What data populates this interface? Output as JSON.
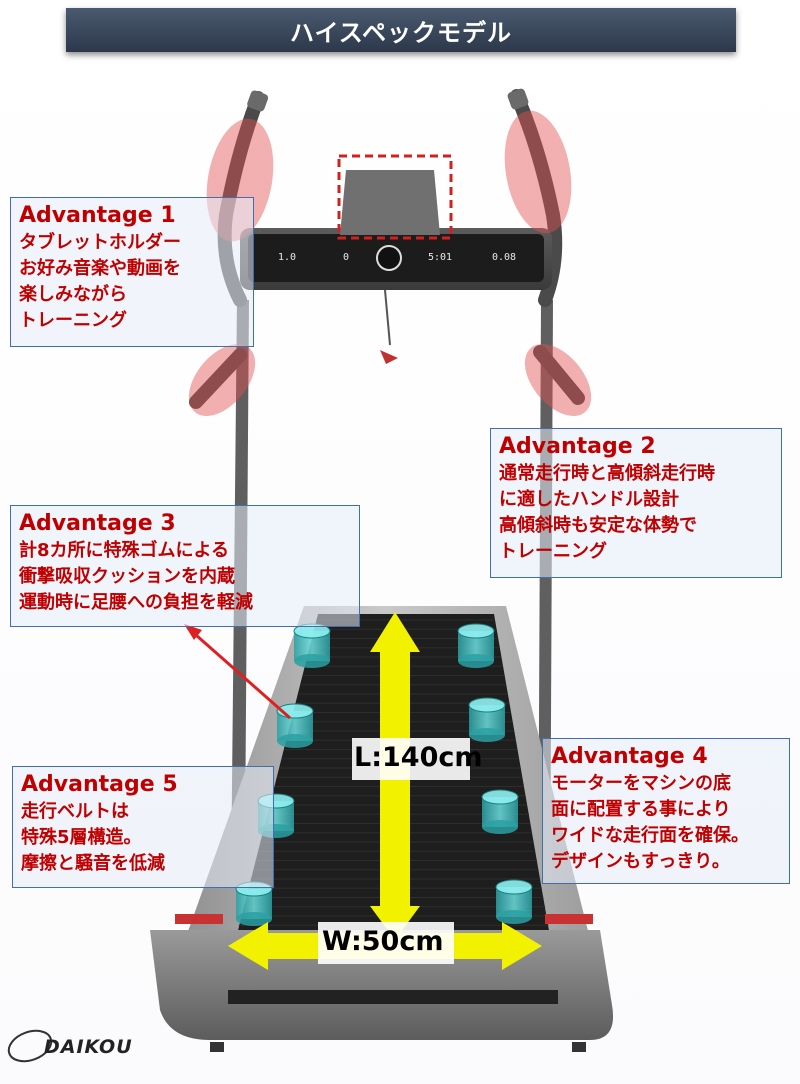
{
  "banner": {
    "title": "ハイスペックモデル"
  },
  "console": {
    "readouts": [
      "1.0",
      "0",
      "5:01",
      "0.08"
    ]
  },
  "advantages": [
    {
      "title": "Advantage 1",
      "lines": [
        "タブレットホルダー",
        "お好み音楽や動画を",
        "楽しみながら",
        "トレーニング"
      ]
    },
    {
      "title": "Advantage 2",
      "lines": [
        "通常走行時と高傾斜走行時",
        "に適したハンドル設計",
        "高傾斜時も安定な体勢で",
        "トレーニング"
      ]
    },
    {
      "title": "Advantage 3",
      "lines": [
        "計8カ所に特殊ゴムによる",
        "衝撃吸収クッションを内蔵",
        "運動時に足腰への負担を軽減"
      ]
    },
    {
      "title": "Advantage 4",
      "lines": [
        "モーターをマシンの底",
        "面に配置する事により",
        "ワイドな走行面を確保。",
        "デザインもすっきり。"
      ]
    },
    {
      "title": "Advantage 5",
      "lines": [
        "走行ベルトは",
        "特殊5層構造。",
        "摩擦と騒音を低減"
      ]
    }
  ],
  "dimensions": {
    "length": "L:140cm",
    "width": "W:50cm"
  },
  "brand": {
    "name": "DAIKOU"
  },
  "colors": {
    "accent_red": "#c00000",
    "box_border": "#3f6fb0",
    "arrow_yellow": "#f2f200",
    "cushion_teal": "#3fbfc0",
    "banner": "#36435a"
  }
}
